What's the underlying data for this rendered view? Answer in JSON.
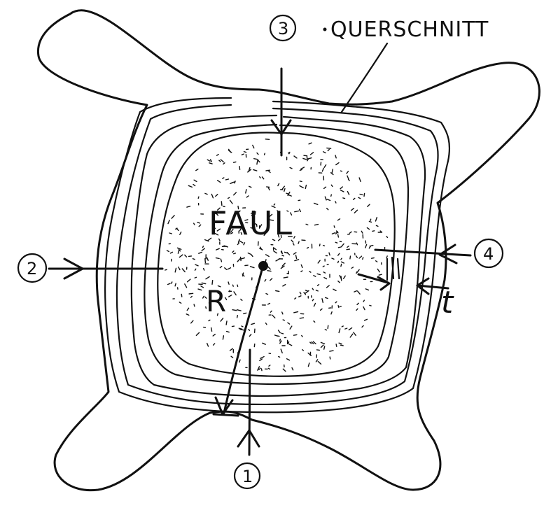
{
  "labels": {
    "title": "QUERSCHNITT",
    "center": "FAUL",
    "radius": "R",
    "thickness": "t"
  },
  "markers": [
    {
      "num": "1"
    },
    {
      "num": "2"
    },
    {
      "num": "3"
    },
    {
      "num": "4"
    }
  ],
  "colors": {
    "ink": "#111111",
    "paper": "#ffffff"
  }
}
